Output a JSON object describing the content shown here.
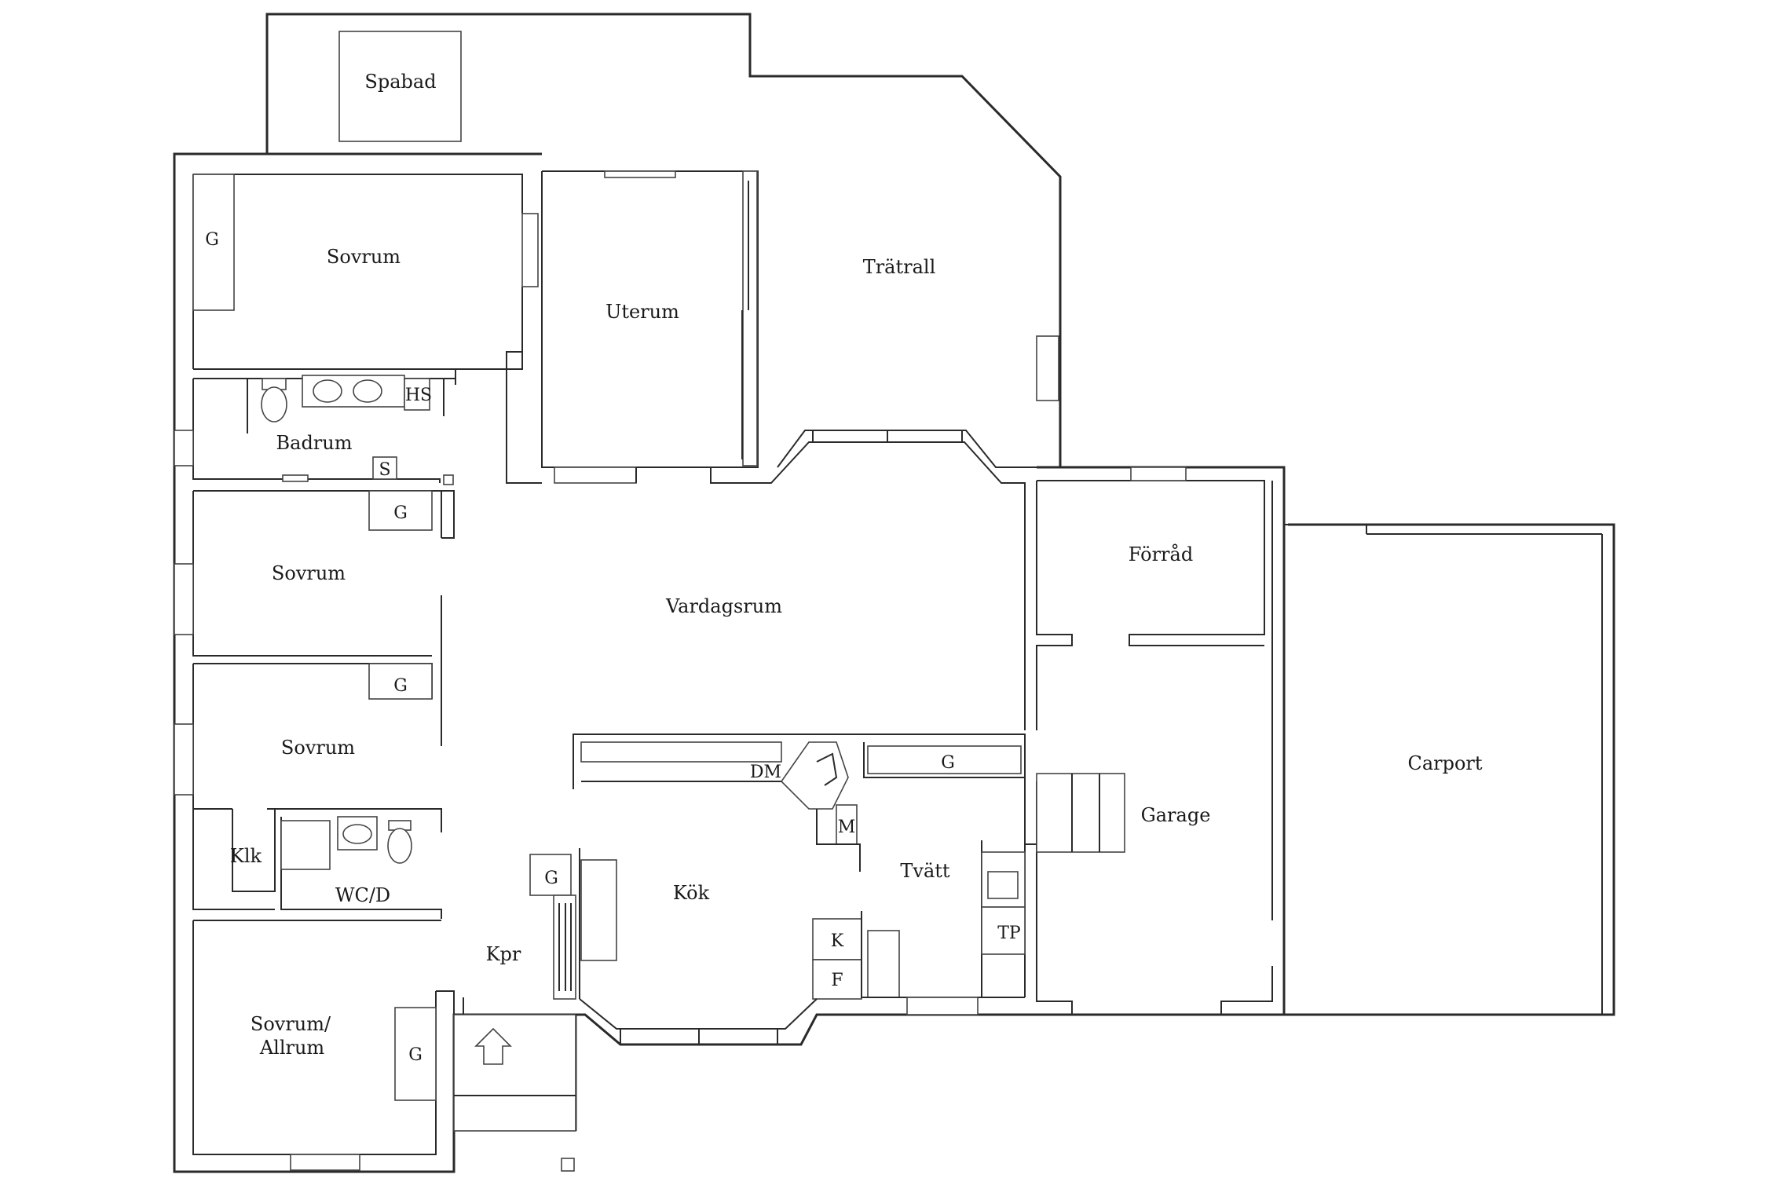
{
  "rooms": {
    "spabad": "Spabad",
    "tratrall": "Trätrall",
    "uterum": "Uterum",
    "sovrum_top": "Sovrum",
    "badrum": "Badrum",
    "sovrum_mid": "Sovrum",
    "sovrum_lower": "Sovrum",
    "vardagsrum": "Vardagsrum",
    "forrad": "Förråd",
    "carport": "Carport",
    "garage": "Garage",
    "klk": "Klk",
    "wcd": "WC/D",
    "kok": "Kök",
    "tvatt": "Tvätt",
    "kpr": "Kpr",
    "sovrum_allrum_line1": "Sovrum/",
    "sovrum_allrum_line2": "Allrum"
  },
  "fixtures": {
    "g_sovrum_top": "G",
    "hs": "HS",
    "s": "S",
    "g_sovrum_mid": "G",
    "g_sovrum_lower": "G",
    "g_kok": "G",
    "g_tvatt": "G",
    "g_allrum": "G",
    "dm": "DM",
    "m": "M",
    "k": "K",
    "f": "F",
    "tp": "TP"
  },
  "icons": {
    "entrance": "arrow-up-icon"
  }
}
